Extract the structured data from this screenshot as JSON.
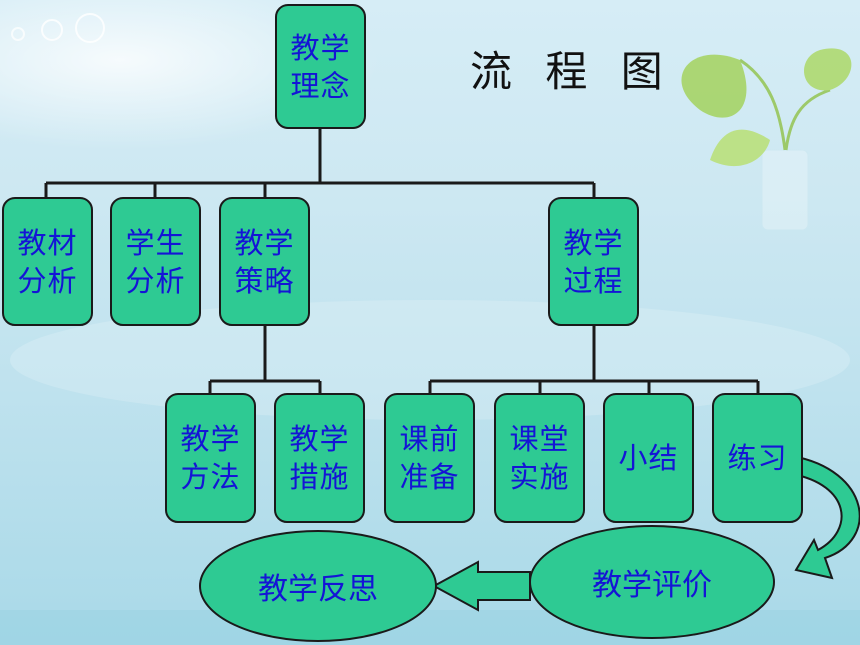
{
  "title": "流 程 图",
  "nodes": {
    "root": "教学\n理念",
    "analysis_material": "教材\n分析",
    "analysis_student": "学生\n分析",
    "strategy": "教学\n策略",
    "process": "教学\n过程",
    "method": "教学\n方法",
    "measures": "教学\n措施",
    "preparation": "课前\n准备",
    "implementation": "课堂\n实施",
    "summary": "小结",
    "practice": "练习",
    "evaluation": "教学评价",
    "reflection": "教学反思"
  },
  "colors": {
    "box_fill": "#2eca93",
    "text": "#1414d6",
    "line": "#1a1a1a"
  }
}
